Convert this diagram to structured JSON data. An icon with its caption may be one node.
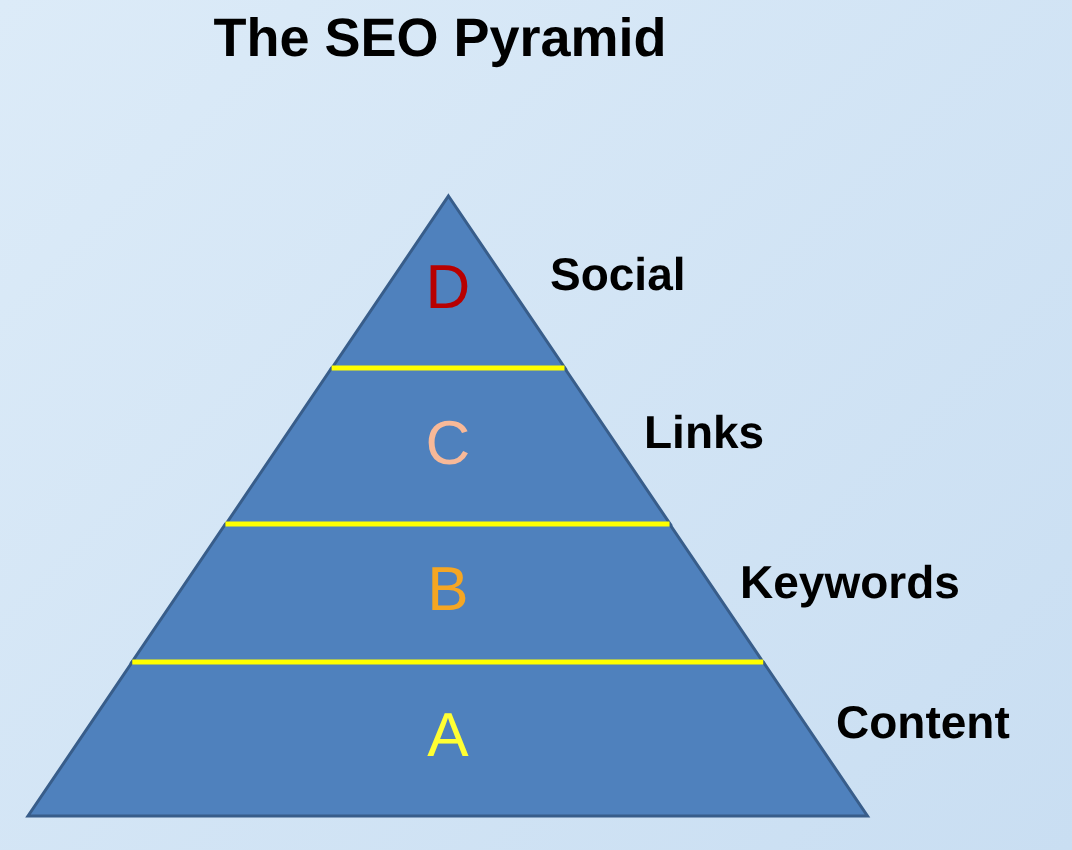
{
  "diagram": {
    "title": "The SEO Pyramid",
    "nodes": [
      {
        "text": [
          "D"
        ],
        "beside": [
          "Social"
        ]
      },
      {
        "text": [
          "C"
        ],
        "beside": [
          "Links"
        ]
      },
      {
        "text": [
          "B"
        ],
        "beside": [
          "Keywords"
        ]
      },
      {
        "text": [
          "A"
        ],
        "beside": [
          "Content"
        ]
      }
    ]
  }
}
